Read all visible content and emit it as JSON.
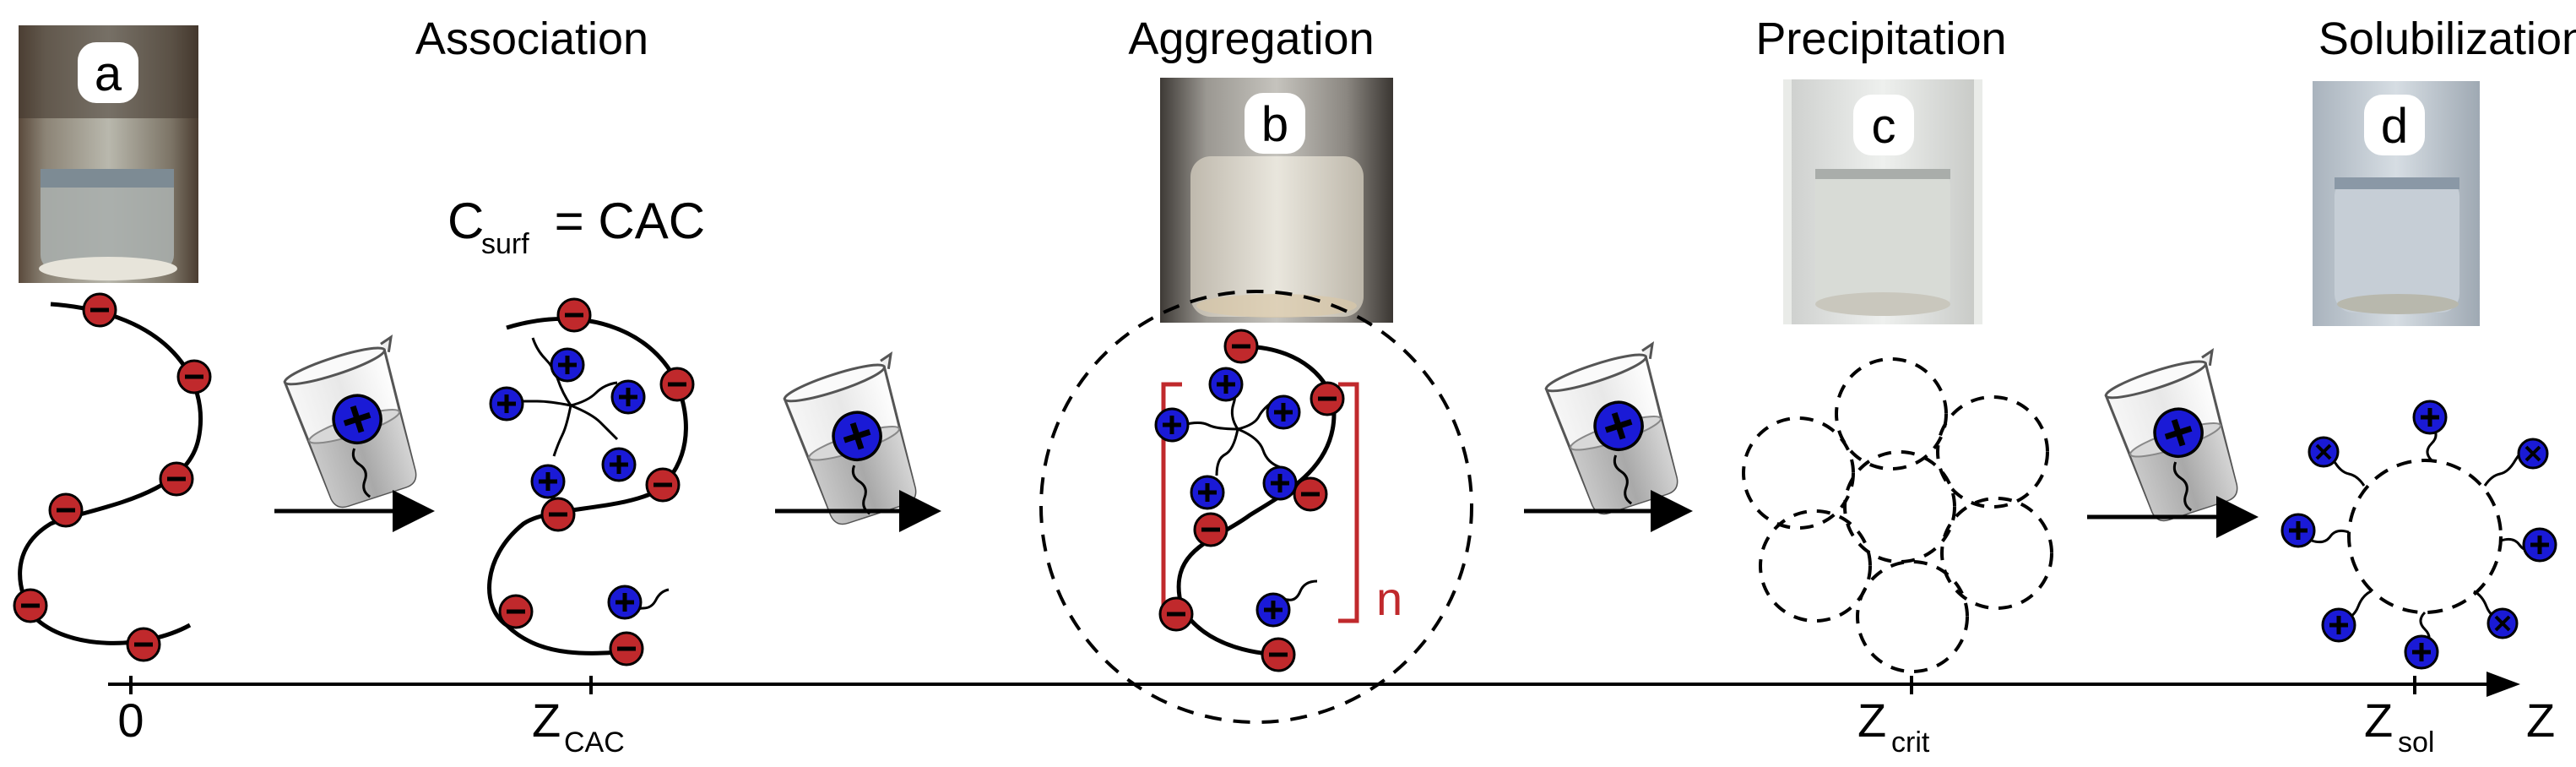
{
  "stages": {
    "association": "Association",
    "aggregation": "Aggregation",
    "precipitation": "Precipitation",
    "solubilization": "Solubilization"
  },
  "photos": {
    "a": "a",
    "b": "b",
    "c": "c",
    "d": "d"
  },
  "csurf": {
    "c": "C",
    "sub": "surf",
    "rest": " = CAC"
  },
  "bracket_n": "n",
  "axis": {
    "zero": "0",
    "z_main": "Z",
    "cac_sub": "CAC",
    "crit_sub": "crit",
    "sol_sub": "sol",
    "end_label": "Z"
  },
  "signs": {
    "minus": "−",
    "plus": "+"
  },
  "colors": {
    "anion": "#c0292c",
    "cation": "#1a1ad6",
    "line": "#000000",
    "bracket": "#c0292c"
  },
  "icons": {
    "beaker": "beaker-with-surfactant-icon",
    "arrow": "right-arrow-icon"
  }
}
